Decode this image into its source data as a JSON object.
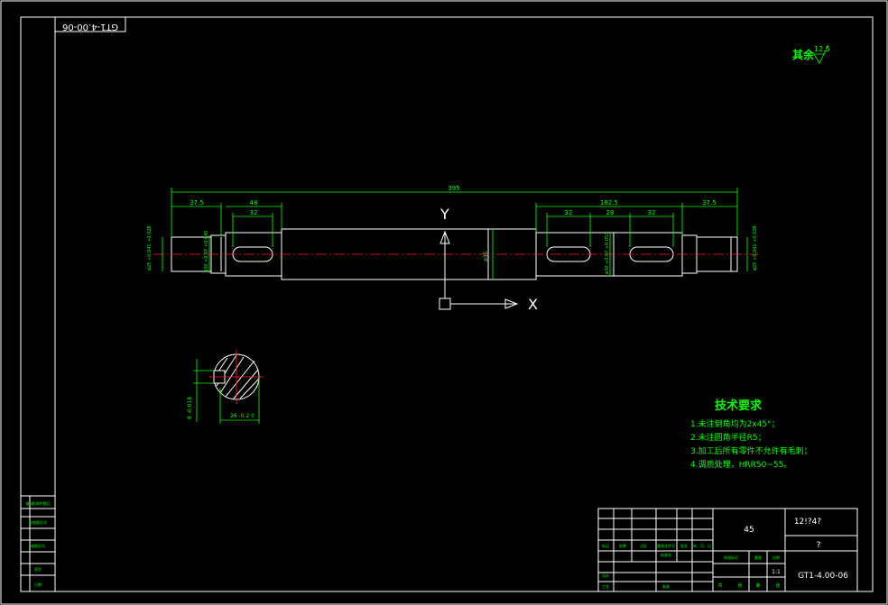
{
  "drawing_number_mirrored": "GT1-4.00-06",
  "surface_finish": {
    "label": "其余",
    "value": "12.5"
  },
  "dimensions": {
    "overall": "395",
    "left_end": "37.5",
    "left_section": "48",
    "left_keyway": "32",
    "right_section": "182.5",
    "right_keyway_1": "32",
    "right_gap": "28",
    "right_keyway_2": "32",
    "right_end": "37.5",
    "center_dia": "ø35",
    "left_end_dia": "ø25 +0.041 +0.028",
    "left_key_dia": "ø30 +0.07 +0.045",
    "right_key_dia": "ø30 +0.07 +0.053",
    "right_end_dia": "ø25 +0.041 +0.028",
    "section_width": "8 -0.018",
    "section_depth": "26 -0.2 0"
  },
  "ucs": {
    "x_label": "X",
    "y_label": "Y"
  },
  "tech_requirements": {
    "title": "技术要求",
    "items": [
      "1.未注倒角均为2x45°；",
      "2.未注圆角半径R5；",
      "3.加工后所有零件不允许有毛刺；",
      "4.调质处理，HRR50~55。"
    ]
  },
  "title_block": {
    "material": "45",
    "part_name": "12!?4?",
    "sub_name": "?",
    "drawing_no": "GT1-4.00-06",
    "scale": "1:1",
    "headers": [
      "标记",
      "处数",
      "分区",
      "更改文件号",
      "签名",
      "年、月、日"
    ],
    "design_label": "设计",
    "standard_label": "标准化",
    "process_label": "工艺",
    "approve_label": "批准",
    "stage_label": "阶段标记",
    "weight_label": "重量",
    "ratio_label": "比例",
    "footer": [
      "共",
      "张",
      "第",
      "张"
    ]
  },
  "side_block": [
    "借(通)用件登记",
    "旧底图总号",
    "底图总号",
    "签字",
    "日期"
  ]
}
